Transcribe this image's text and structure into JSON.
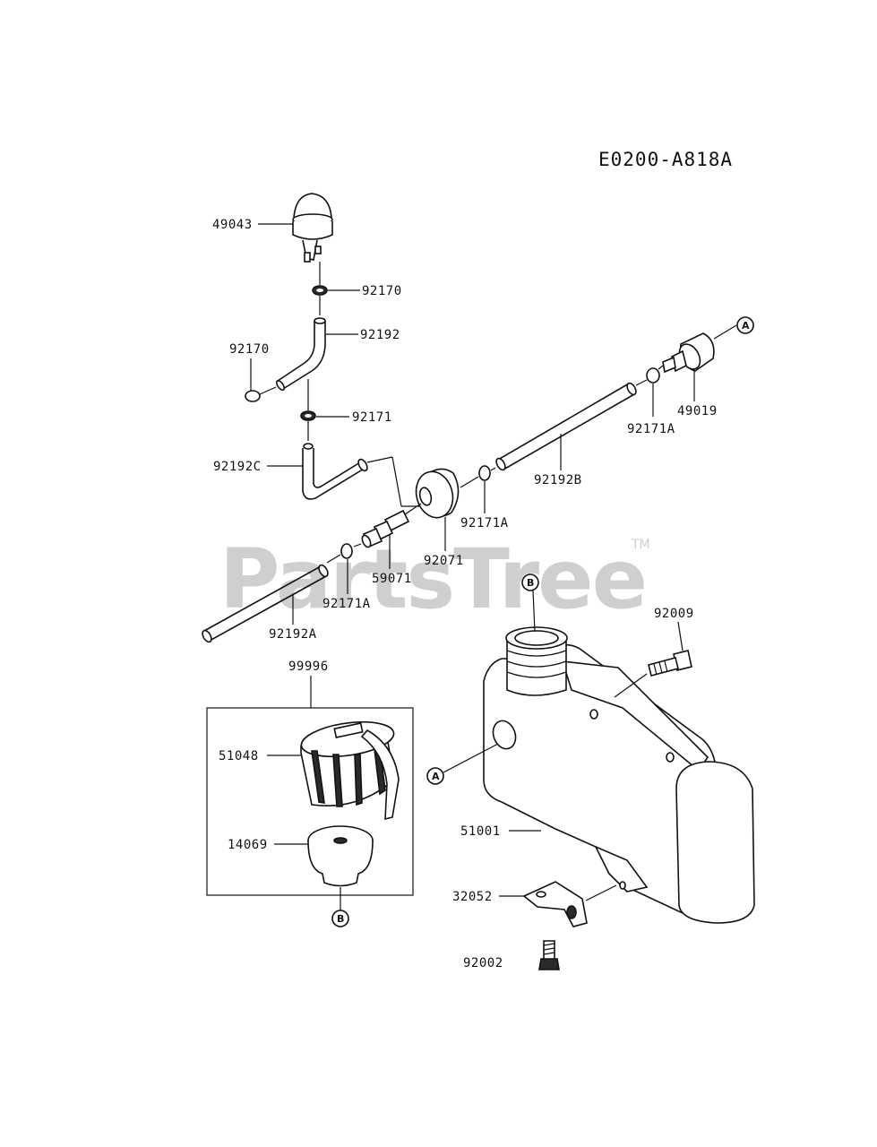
{
  "diagram_code": "E0200-A818A",
  "watermark": {
    "brand": "PartsTree",
    "trademark": "TM"
  },
  "reference_markers": {
    "a": "A",
    "b": "B"
  },
  "parts": {
    "p49043": "49043",
    "p92170_top": "92170",
    "p92192": "92192",
    "p92170_left": "92170",
    "p92171": "92171",
    "p92192C": "92192C",
    "p49019": "49019",
    "p92171A_right": "92171A",
    "p92192B": "92192B",
    "p92171A_mid": "92171A",
    "p92071": "92071",
    "p59071": "59071",
    "p92171A_low": "92171A",
    "p92192A": "92192A",
    "p99996": "99996",
    "p51048": "51048",
    "p14069": "14069",
    "p92009": "92009",
    "p51001": "51001",
    "p32052": "32052",
    "p92002": "92002"
  }
}
